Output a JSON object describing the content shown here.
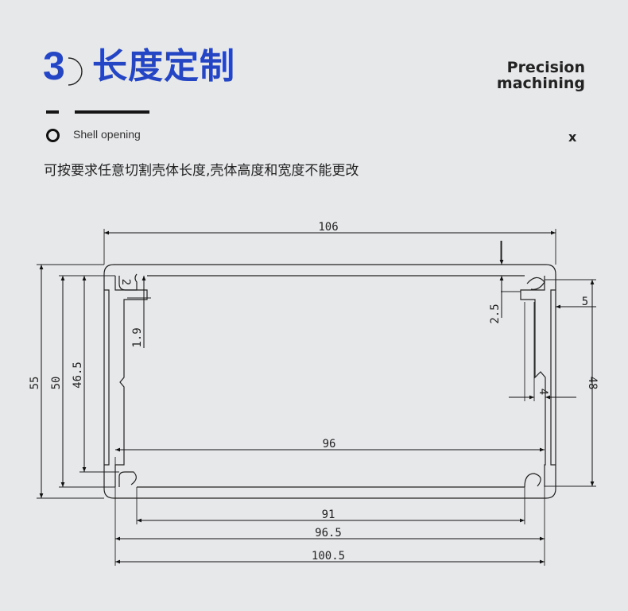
{
  "header": {
    "step_number": "3",
    "title": "长度定制",
    "subtitle_line1": "Precision",
    "subtitle_line2": "machining",
    "option_label": "Shell opening",
    "close_label": "x",
    "description": "可按要求任意切割壳体长度,壳体高度和宽度不能更改"
  },
  "colors": {
    "accent": "#2546c4",
    "background": "#e7e8ea",
    "line": "#222222"
  },
  "icons": [
    "circle-icon",
    "close-icon"
  ],
  "dimensions": {
    "outer_width": "106",
    "height_outer": "55",
    "height_mid": "50",
    "height_inner": "46.5",
    "inner_width": "96",
    "slot_width": "91",
    "width_965": "96.5",
    "width_1005": "100.5",
    "rail_height": "48",
    "slot_top": "2",
    "slot_depth": "1.9",
    "top_offset": "2.5",
    "flange": "5",
    "gap": "4"
  }
}
